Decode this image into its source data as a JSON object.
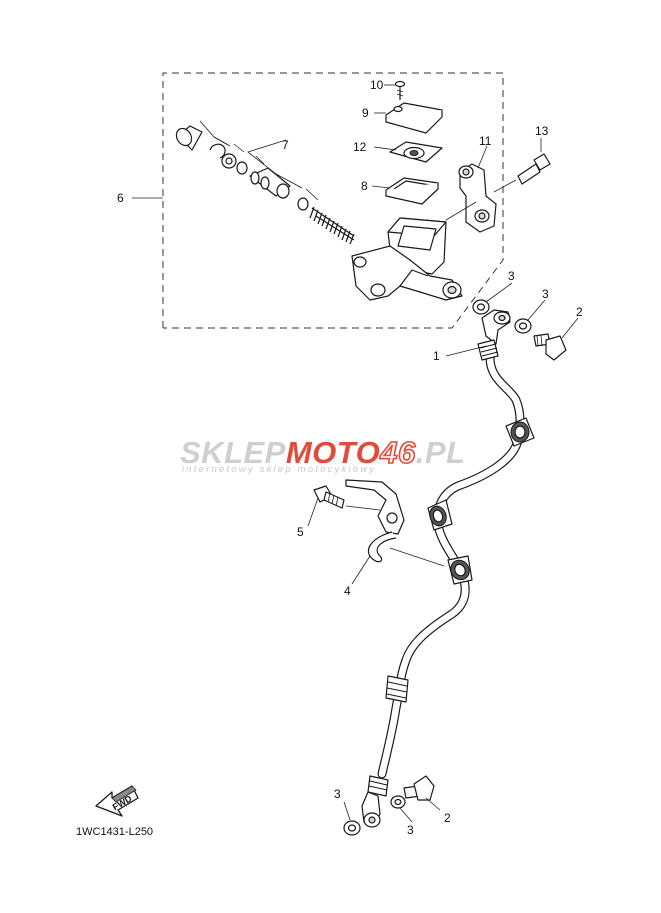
{
  "diagram_code": "1WC1431-L250",
  "watermark": {
    "part1": "SKLEP",
    "part2": "MOTO",
    "part3": "46",
    "part4": ".PL",
    "tagline": "internetowy sklep motocyklowy",
    "colors": {
      "grey": "#cfcfcf",
      "red": "#e24b3b"
    }
  },
  "fwd_label": "FWD",
  "callouts": [
    {
      "id": "10",
      "label": "10"
    },
    {
      "id": "9",
      "label": "9"
    },
    {
      "id": "7",
      "label": "7"
    },
    {
      "id": "12",
      "label": "12"
    },
    {
      "id": "11",
      "label": "11"
    },
    {
      "id": "13",
      "label": "13"
    },
    {
      "id": "6",
      "label": "6"
    },
    {
      "id": "8",
      "label": "8"
    },
    {
      "id": "3a",
      "label": "3"
    },
    {
      "id": "3b",
      "label": "3"
    },
    {
      "id": "2a",
      "label": "2"
    },
    {
      "id": "1",
      "label": "1"
    },
    {
      "id": "5",
      "label": "5"
    },
    {
      "id": "4",
      "label": "4"
    },
    {
      "id": "3c",
      "label": "3"
    },
    {
      "id": "3d",
      "label": "3"
    },
    {
      "id": "2b",
      "label": "2"
    }
  ]
}
